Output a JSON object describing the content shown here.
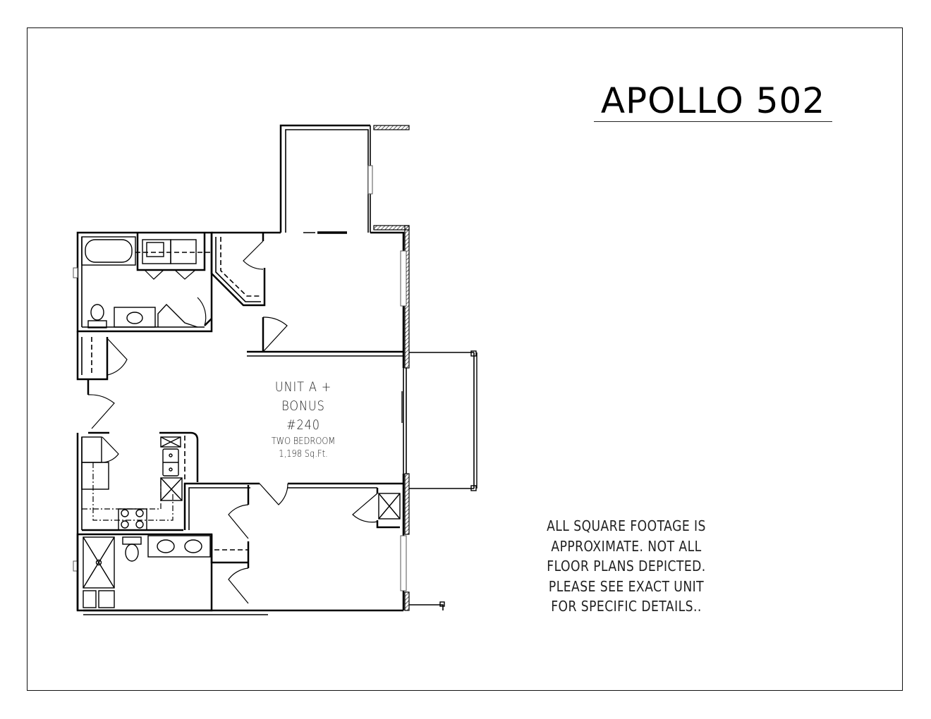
{
  "title": "APOLLO 502",
  "unit": {
    "line1": "UNIT A +",
    "line2": "BONUS",
    "line3": "#240",
    "type": "TWO BEDROOM",
    "area": "1,198 Sq.Ft."
  },
  "disclaimer": {
    "lines": [
      "ALL SQUARE FOOTAGE IS",
      "APPROXIMATE. NOT ALL",
      "FLOOR PLANS DEPICTED.",
      "PLEASE SEE EXACT UNIT",
      "FOR SPECIFIC DETAILS.."
    ]
  },
  "colors": {
    "line": "#000000",
    "background": "#ffffff"
  }
}
